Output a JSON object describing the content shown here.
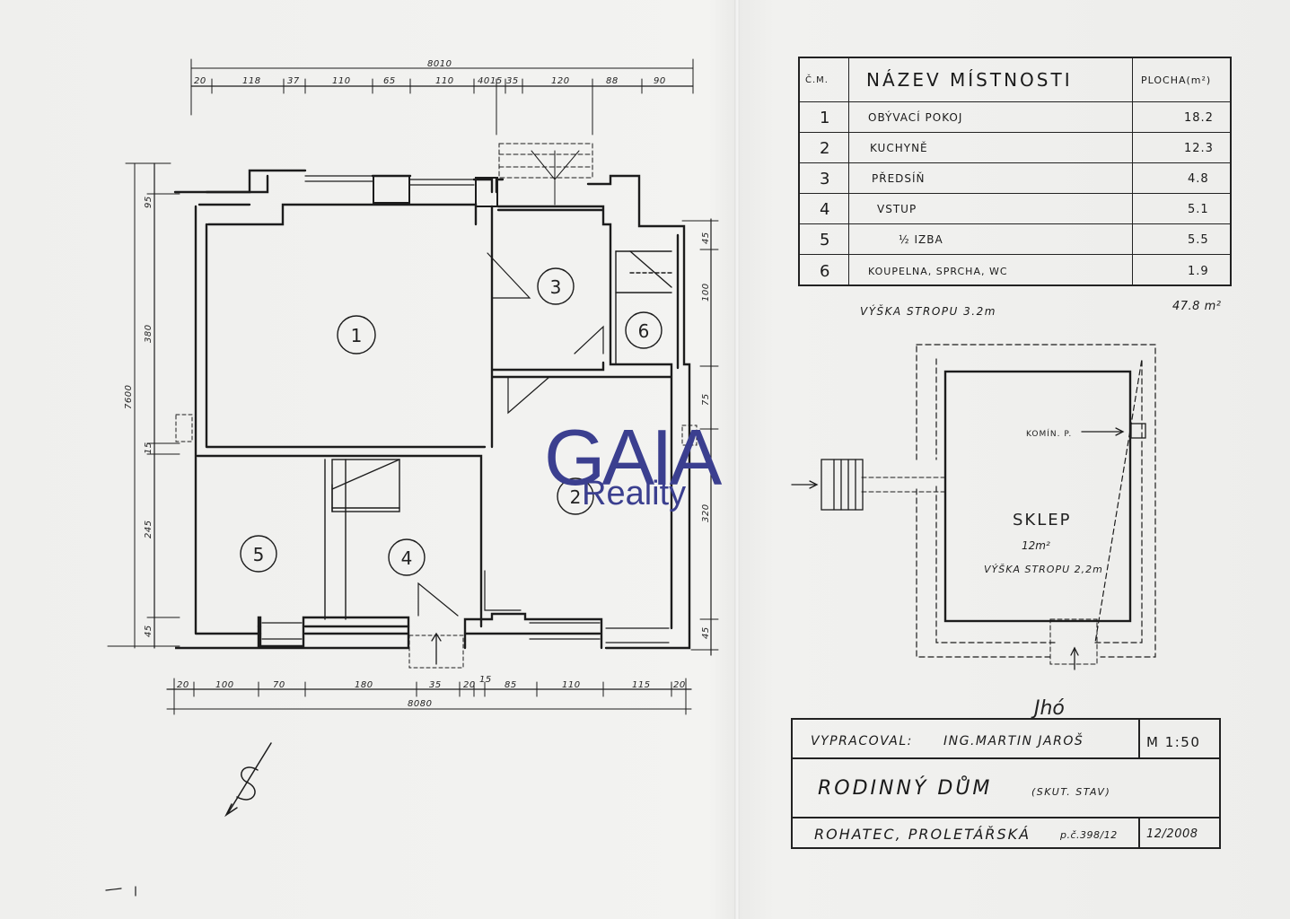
{
  "dimensions": {
    "top_total": "8010",
    "top": [
      "20",
      "118",
      "37",
      "110",
      "65",
      "110",
      "40",
      "15",
      "35",
      "120",
      "88",
      "90"
    ],
    "bottom_total": "8080",
    "bottom": [
      "20",
      "100",
      "70",
      "180",
      "35",
      "20",
      "15",
      "85",
      "110",
      "115",
      "20"
    ],
    "left_total": "7600",
    "left": [
      "95",
      "380",
      "15",
      "245",
      "45"
    ],
    "right": [
      "45",
      "100",
      "75",
      "320",
      "45"
    ]
  },
  "rooms": {
    "r1": "1",
    "r2": "2",
    "r3": "3",
    "r4": "4",
    "r5": "5",
    "r6": "6"
  },
  "table": {
    "col_num": "Č.M.",
    "col_name": "NÁZEV MÍSTNOSTI",
    "col_area": "PLOCHA(m²)",
    "rows": [
      {
        "num": "1",
        "name": "OBÝVACÍ POKOJ",
        "area": "18.2"
      },
      {
        "num": "2",
        "name": "KUCHYNĚ",
        "area": "12.3"
      },
      {
        "num": "3",
        "name": "PŘEDSÍŇ",
        "area": "4.8"
      },
      {
        "num": "4",
        "name": "VSTUP",
        "area": "5.1"
      },
      {
        "num": "5",
        "name": "½ IZBA",
        "area": "5.5"
      },
      {
        "num": "6",
        "name": "KOUPELNA, SPRCHA, WC",
        "area": "1.9"
      }
    ],
    "ceiling_height": "VÝŠKA STROPU 3.2m",
    "total": "47.8 m²"
  },
  "cellar": {
    "name": "SKLEP",
    "area": "12m²",
    "height": "VÝŠKA STROPU 2,2m",
    "chimney": "KOMÍN. P."
  },
  "signature": "Jhó",
  "title_block": {
    "prepared_label": "VYPRACOVAL:",
    "prepared_by": "ING.MARTIN JAROŠ",
    "scale": "M 1:50",
    "title": "RODINNÝ DŮM",
    "subtitle": "(SKUT. STAV)",
    "location": "ROHATEC, PROLETÁŘSKÁ",
    "parcel": "p.č.398/12",
    "date": "12/2008"
  },
  "watermark": {
    "word1": "GAIA",
    "word2": "Reality",
    "color": "#3b3f8f"
  }
}
